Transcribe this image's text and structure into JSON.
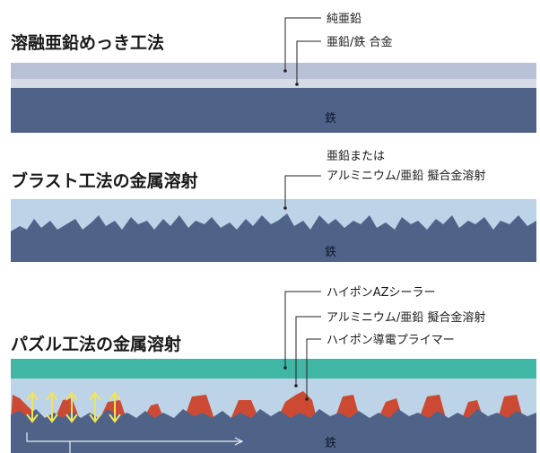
{
  "colors": {
    "iron": "#4f6389",
    "zinc_layer": "#b9c1d6",
    "alloy_layer": "#d7dbe6",
    "spray_layer": "#bdd3e8",
    "sealer": "#3fb7a4",
    "primer": "#cc4a33",
    "arrow": "#f3e35a"
  },
  "sections": [
    {
      "title": "溶融亜鉛めっき工法",
      "labels": [
        "純亜鉛",
        "亜鉛/鉄 合金"
      ],
      "base": "鉄"
    },
    {
      "title": "ブラスト工法の金属溶射",
      "labels": [
        "亜鉛または",
        "アルミニウム/亜鉛 擬合金溶射"
      ],
      "base": "鉄"
    },
    {
      "title": "パズル工法の金属溶射",
      "labels": [
        "ハイポンAZシーラー",
        "アルミニウム/亜鉛 擬合金溶射",
        "ハイポン導電プライマー"
      ],
      "base": "鉄"
    }
  ]
}
